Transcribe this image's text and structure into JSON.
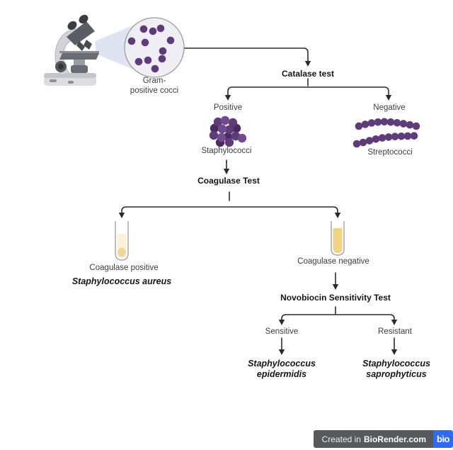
{
  "diagram": {
    "labels": {
      "gram_line1": "Gram-",
      "gram_line2": "positive cocci",
      "catalase_test": "Catalase test",
      "positive": "Positive",
      "negative": "Negative",
      "staphylococci": "Staphylococci",
      "streptococci": "Streptococci",
      "coagulase_test": "Coagulase Test",
      "coagulase_positive": "Coagulase positive",
      "staph_aureus": "Staphylococcus aureus",
      "coagulase_negative": "Coagulase negative",
      "novobiocin_test": "Novobiocin Sensitivity Test",
      "sensitive": "Sensitive",
      "resistant": "Resistant",
      "epidermidis_line1": "Staphylococcus",
      "epidermidis_line2": "epidermidis",
      "saprophyticus_line1": "Staphylococcus",
      "saprophyticus_line2": "saprophyticus"
    },
    "colors": {
      "cocci_purple": "#5e3c7a",
      "cocci_purple_dark": "#4b2a60",
      "cocci_purple_light": "#6f4b8e",
      "beam": "#dfe3f2",
      "magnifier_fill": "#f0eef5",
      "magnifier_stroke": "#9b9b9b",
      "line": "#2b2b2b",
      "liquid_pale": "#faf2d7",
      "liquid_clot": "#f1d795",
      "liquid_yellow": "#f2d383"
    }
  },
  "badge": {
    "created_in": "Created in",
    "brand": "BioRender.com",
    "logo": "bìo",
    "bg": "#58595b",
    "logo_bg": "#2e6bf2"
  }
}
